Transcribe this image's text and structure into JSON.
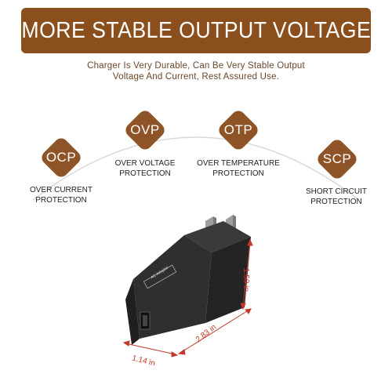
{
  "header": {
    "title": "MORE STABLE OUTPUT VOLTAGE",
    "subtitle_line1": "Charger Is Very Durable, Can Be Very Stable Output",
    "subtitle_line2": "Voltage And Current, Rest Assured Use."
  },
  "features": [
    {
      "code": "OCP",
      "label_line1": "OVER CURRENT",
      "label_line2": "PROTECTION"
    },
    {
      "code": "OVP",
      "label_line1": "OVER VOLTAGE",
      "label_line2": "PROTECTION"
    },
    {
      "code": "OTP",
      "label_line1": "OVER TEMPERATURE",
      "label_line2": "PROTECTION"
    },
    {
      "code": "SCP",
      "label_line1": "SHORT CIRCUIT",
      "label_line2": "PROTECTION"
    }
  ],
  "product": {
    "label": "AC Adapter",
    "dimensions": {
      "height": "1.50 in",
      "length": "2.83 in",
      "width": "1.14 in"
    }
  },
  "colors": {
    "brand_brown": "#8b4e1d",
    "icon_brown": "#8e5427",
    "dimension_red": "#c0392b",
    "device_black": "#2b2b2b"
  }
}
